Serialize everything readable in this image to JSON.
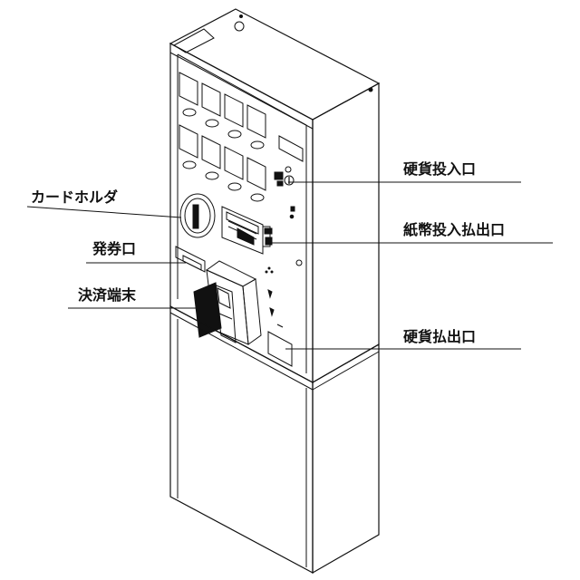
{
  "labels": {
    "coin_insert": "硬貨投入口",
    "card_holder": "カードホルダ",
    "bill_slot": "紙幣投入払出口",
    "ticket_outlet": "発券口",
    "payment_terminal": "決済端末",
    "coin_return": "硬貨払出口"
  }
}
